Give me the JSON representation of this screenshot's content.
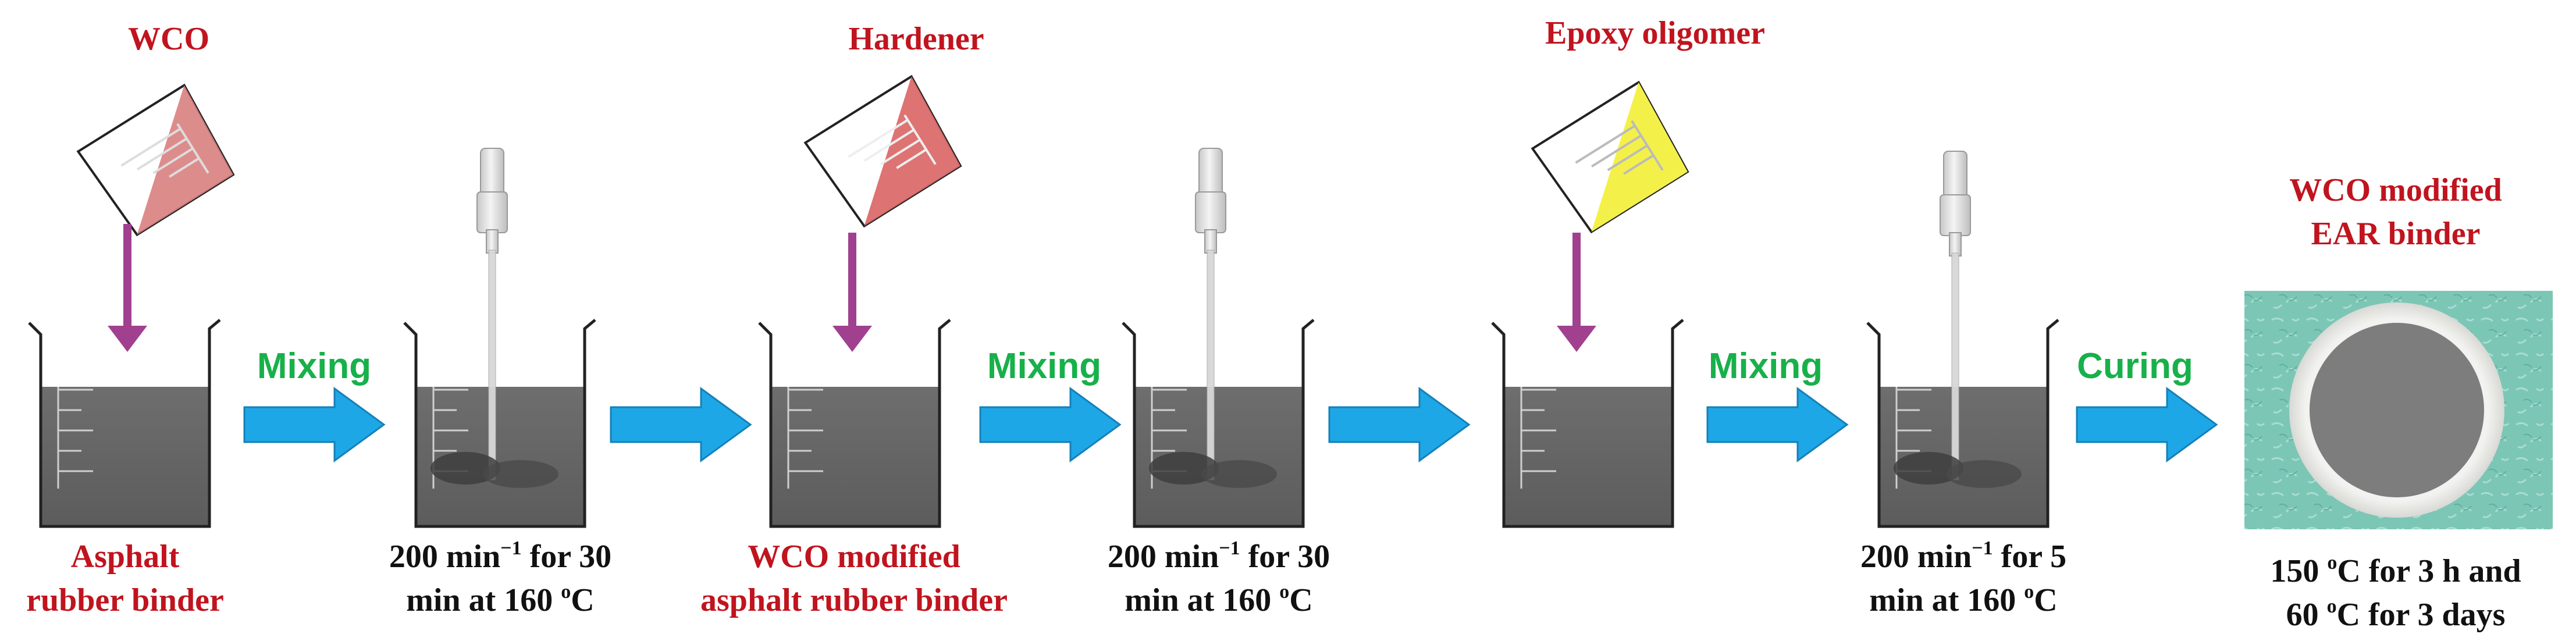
{
  "inputs": {
    "wco": "WCO",
    "hardener": "Hardener",
    "epoxy": "Epoxy oligomer"
  },
  "product": {
    "line1": "WCO modified",
    "line2": "EAR binder"
  },
  "actions": {
    "mixing1": "Mixing",
    "mixing2": "Mixing",
    "mixing3": "Mixing",
    "curing": "Curing"
  },
  "captions": {
    "asphalt_l1": "Asphalt",
    "asphalt_l2": "rubber binder",
    "stir1_a": "200 min",
    "stir1_sup": "−1",
    "stir1_b": " for 30",
    "stir1_l2a": "min at 160 ",
    "stir1_deg": "o",
    "stir1_l2b": "C",
    "wcoarb_l1": "WCO modified",
    "wcoarb_l2": "asphalt rubber binder",
    "stir2_a": "200 min",
    "stir2_sup": "−1",
    "stir2_b": " for 30",
    "stir2_l2a": "min at 160 ",
    "stir2_deg": "o",
    "stir2_l2b": "C",
    "stir3_a": "200 min",
    "stir3_sup": "−1",
    "stir3_b": " for 5",
    "stir3_l2a": "min at 160 ",
    "stir3_deg": "o",
    "stir3_l2b": "C",
    "cure_l1a": "150 ",
    "cure_l1deg": "o",
    "cure_l1b": "C for 3 h and",
    "cure_l2a": "60 ",
    "cure_l2deg": "o",
    "cure_l2b": "C for 3 days"
  },
  "colors": {
    "title_red": "#c0141e",
    "action_green": "#18b04a",
    "arrow_blue": "#1ea7e6",
    "drop_purple": "#a0408f",
    "liquid_gray": "#666666",
    "wco_fill": "#d98080",
    "hardener_fill": "#dc6c6c",
    "epoxy_fill": "#f4f04a",
    "sample_bg": "#7ec8b8"
  }
}
